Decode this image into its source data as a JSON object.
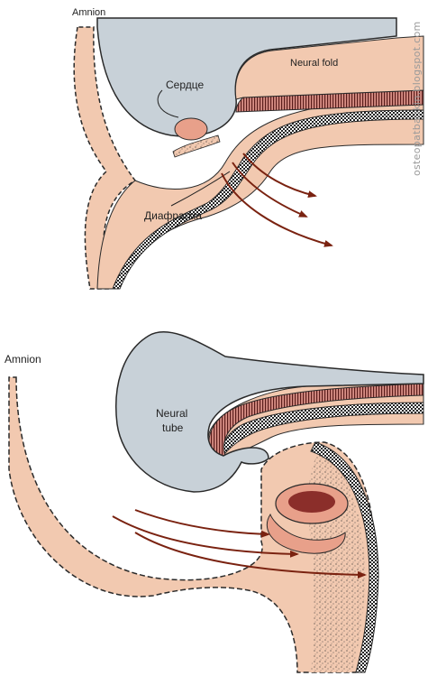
{
  "labels": {
    "top_amnion": "Amnion",
    "neural_fold": "Neural fold",
    "heart": "Сердце",
    "diaphragm": "Диафрагма",
    "bottom_amnion": "Amnion",
    "neural_tube_1": "Neural",
    "neural_tube_2": "tube"
  },
  "watermark": "osteopatbabkin.blogspot.com",
  "colors": {
    "ectoderm_tissue": "#f2c9b0",
    "neural_tissue": "#c8d1d8",
    "heart_tissue": "#e8a08a",
    "heart_cavity": "#8b2e2a",
    "arrow": "#7a2210",
    "outline": "#2a2a2a"
  }
}
